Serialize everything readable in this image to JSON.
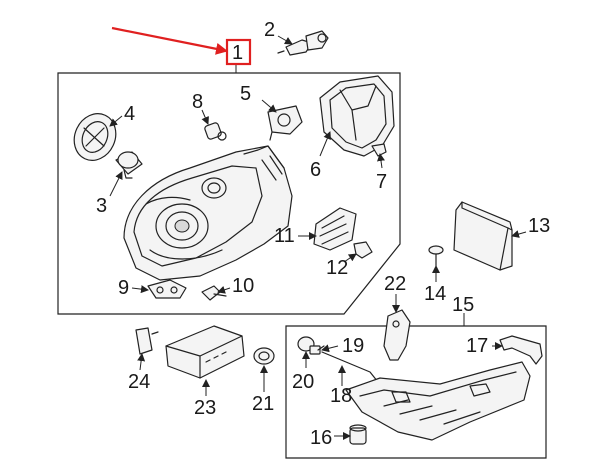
{
  "highlight_color": "#e02020",
  "callouts": [
    {
      "id": "1",
      "label": "1"
    },
    {
      "id": "2",
      "label": "2"
    },
    {
      "id": "3",
      "label": "3"
    },
    {
      "id": "4",
      "label": "4"
    },
    {
      "id": "5",
      "label": "5"
    },
    {
      "id": "6",
      "label": "6"
    },
    {
      "id": "7",
      "label": "7"
    },
    {
      "id": "8",
      "label": "8"
    },
    {
      "id": "9",
      "label": "9"
    },
    {
      "id": "10",
      "label": "10"
    },
    {
      "id": "11",
      "label": "11"
    },
    {
      "id": "12",
      "label": "12"
    },
    {
      "id": "13",
      "label": "13"
    },
    {
      "id": "14",
      "label": "14"
    },
    {
      "id": "15",
      "label": "15"
    },
    {
      "id": "16",
      "label": "16"
    },
    {
      "id": "17",
      "label": "17"
    },
    {
      "id": "18",
      "label": "18"
    },
    {
      "id": "19",
      "label": "19"
    },
    {
      "id": "20",
      "label": "20"
    },
    {
      "id": "21",
      "label": "21"
    },
    {
      "id": "22",
      "label": "22"
    },
    {
      "id": "23",
      "label": "23"
    },
    {
      "id": "24",
      "label": "24"
    }
  ]
}
